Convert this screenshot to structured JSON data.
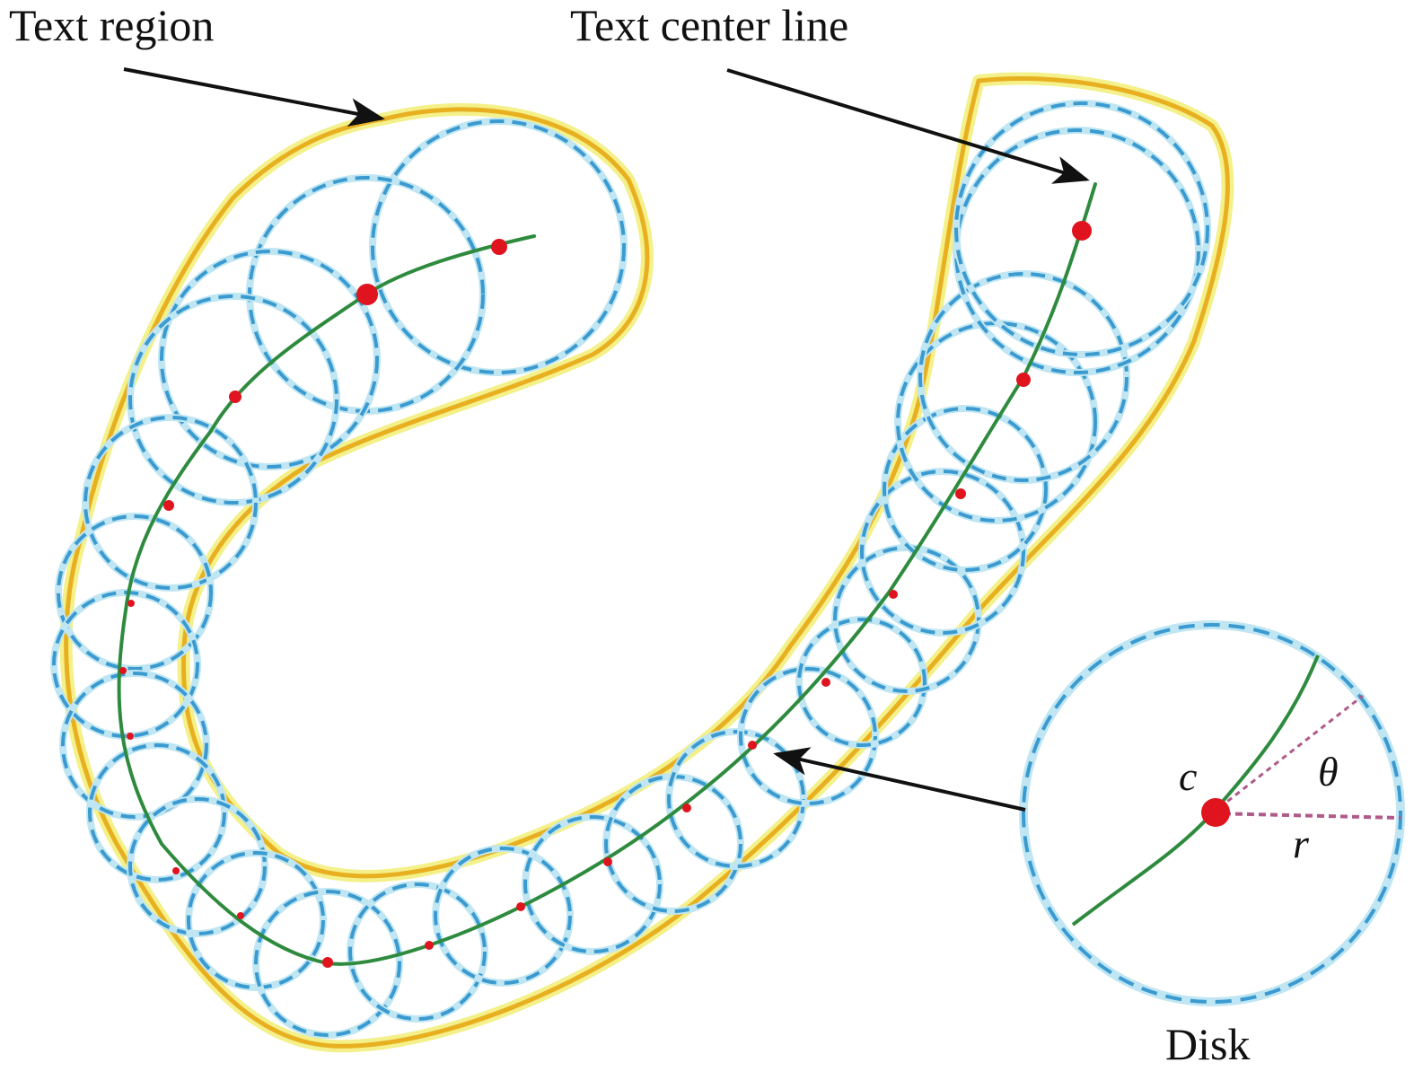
{
  "labels": {
    "text_region": "Text region",
    "text_center_line": "Text center line",
    "disk": "Disk",
    "center_symbol": "c",
    "angle_symbol": "θ",
    "radius_symbol": "r"
  },
  "colors": {
    "region_outline": "#e8b020",
    "region_glow": "#f4f08a",
    "disk_outline": "#3b9ad0",
    "disk_glow": "#bfe6f2",
    "center_line": "#2e8b3e",
    "center_point": "#e0141e",
    "arrow": "#111111",
    "angle_line": "#b05a8a"
  }
}
